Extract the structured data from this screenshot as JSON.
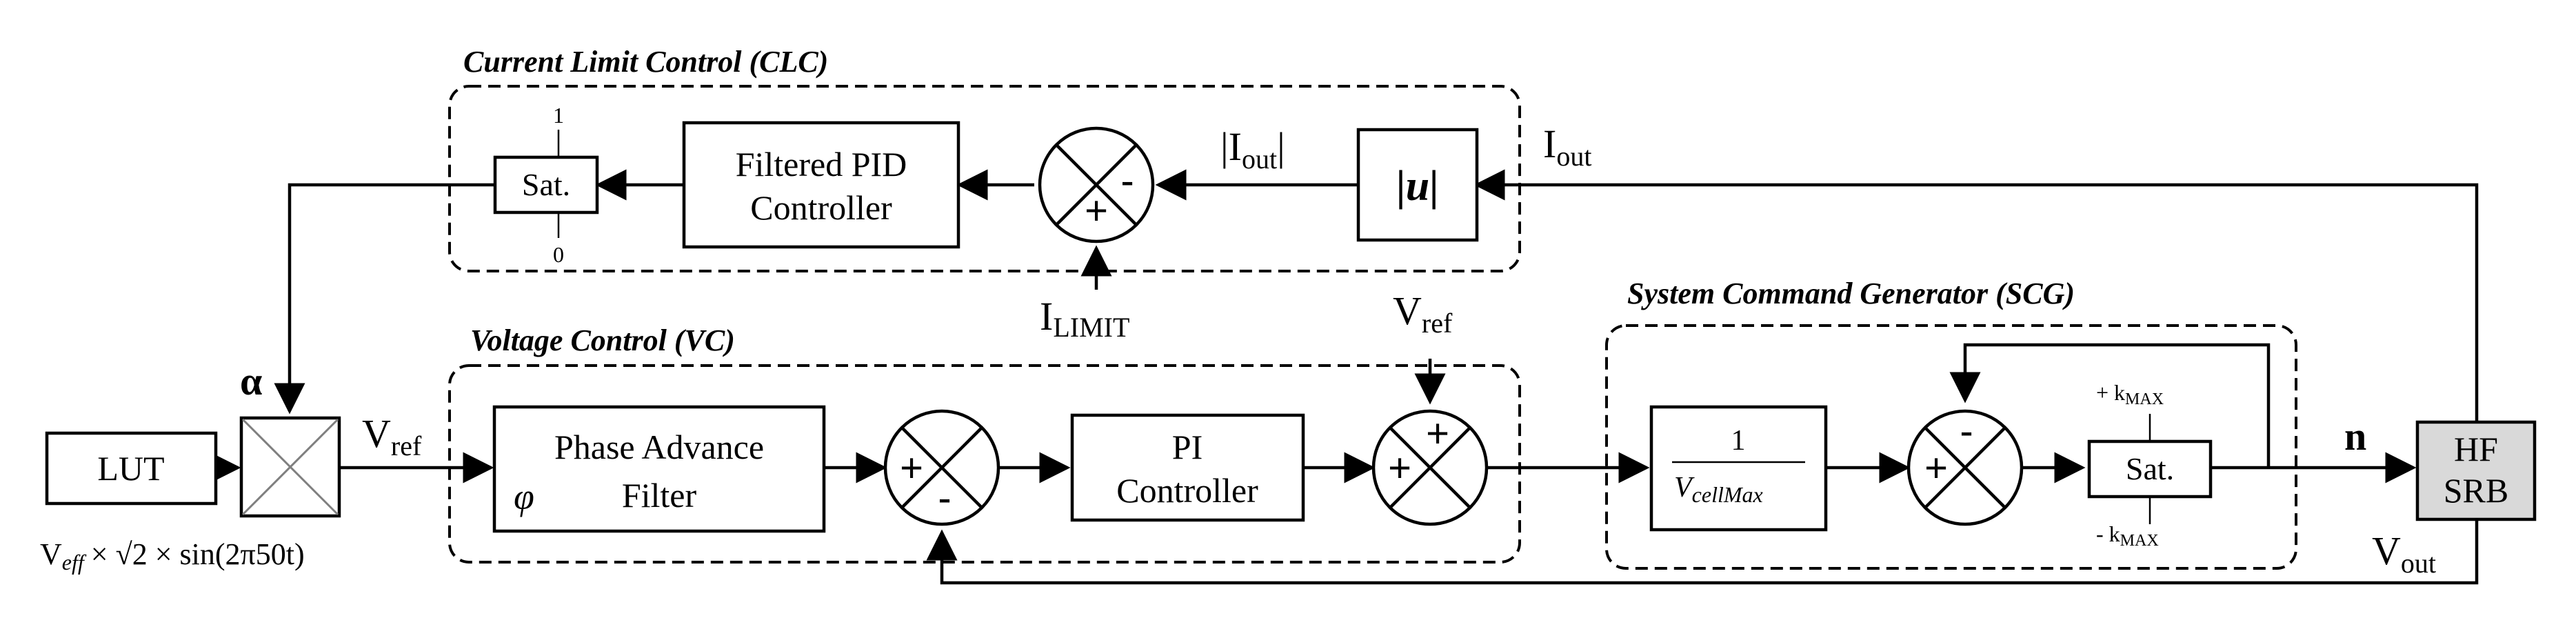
{
  "groups": {
    "clc": "Current Limit Control (CLC)",
    "vc": "Voltage Control (VC)",
    "scg": "System Command Generator (SCG)"
  },
  "blocks": {
    "lut": "LUT",
    "sat1": "Sat.",
    "sat1_top": "1",
    "sat1_bottom": "0",
    "pid_line1": "Filtered PID",
    "pid_line2": "Controller",
    "abs": "|u|",
    "phase_line1": "Phase Advance",
    "phase_symbol": "φ",
    "phase_line2": "Filter",
    "pi_line1": "PI",
    "pi_line2": "Controller",
    "gain_num": "1",
    "gain_den": "V",
    "gain_den_sub": "cellMax",
    "sat2": "Sat.",
    "sat2_top": "+ k",
    "sat2_top_sub": "MAX",
    "sat2_bottom": "- k",
    "sat2_bottom_sub": "MAX",
    "plant_line1": "HF",
    "plant_line2": "SRB"
  },
  "signals": {
    "alpha": "α",
    "vref": "V",
    "vref_sub": "ref",
    "vref2": "V",
    "vref2_sub": "ref",
    "iout": "I",
    "iout_sub": "out",
    "abs_iout": "|I",
    "abs_iout_sub": "out",
    "abs_iout_close": "|",
    "ilimit": "I",
    "ilimit_sub": "LIMIT",
    "n": "n",
    "vout": "V",
    "vout_sub": "out",
    "formula_v": "V",
    "formula_sub": "eff",
    "formula_rest": "× √2 × sin(2π50t)"
  },
  "sums": {
    "clc": {
      "bottom": "+",
      "right": "-"
    },
    "vc1": {
      "left": "+",
      "bottom": "-"
    },
    "vc2": {
      "top": "+",
      "left": "+"
    },
    "scg": {
      "top": "-",
      "left": "+"
    }
  }
}
